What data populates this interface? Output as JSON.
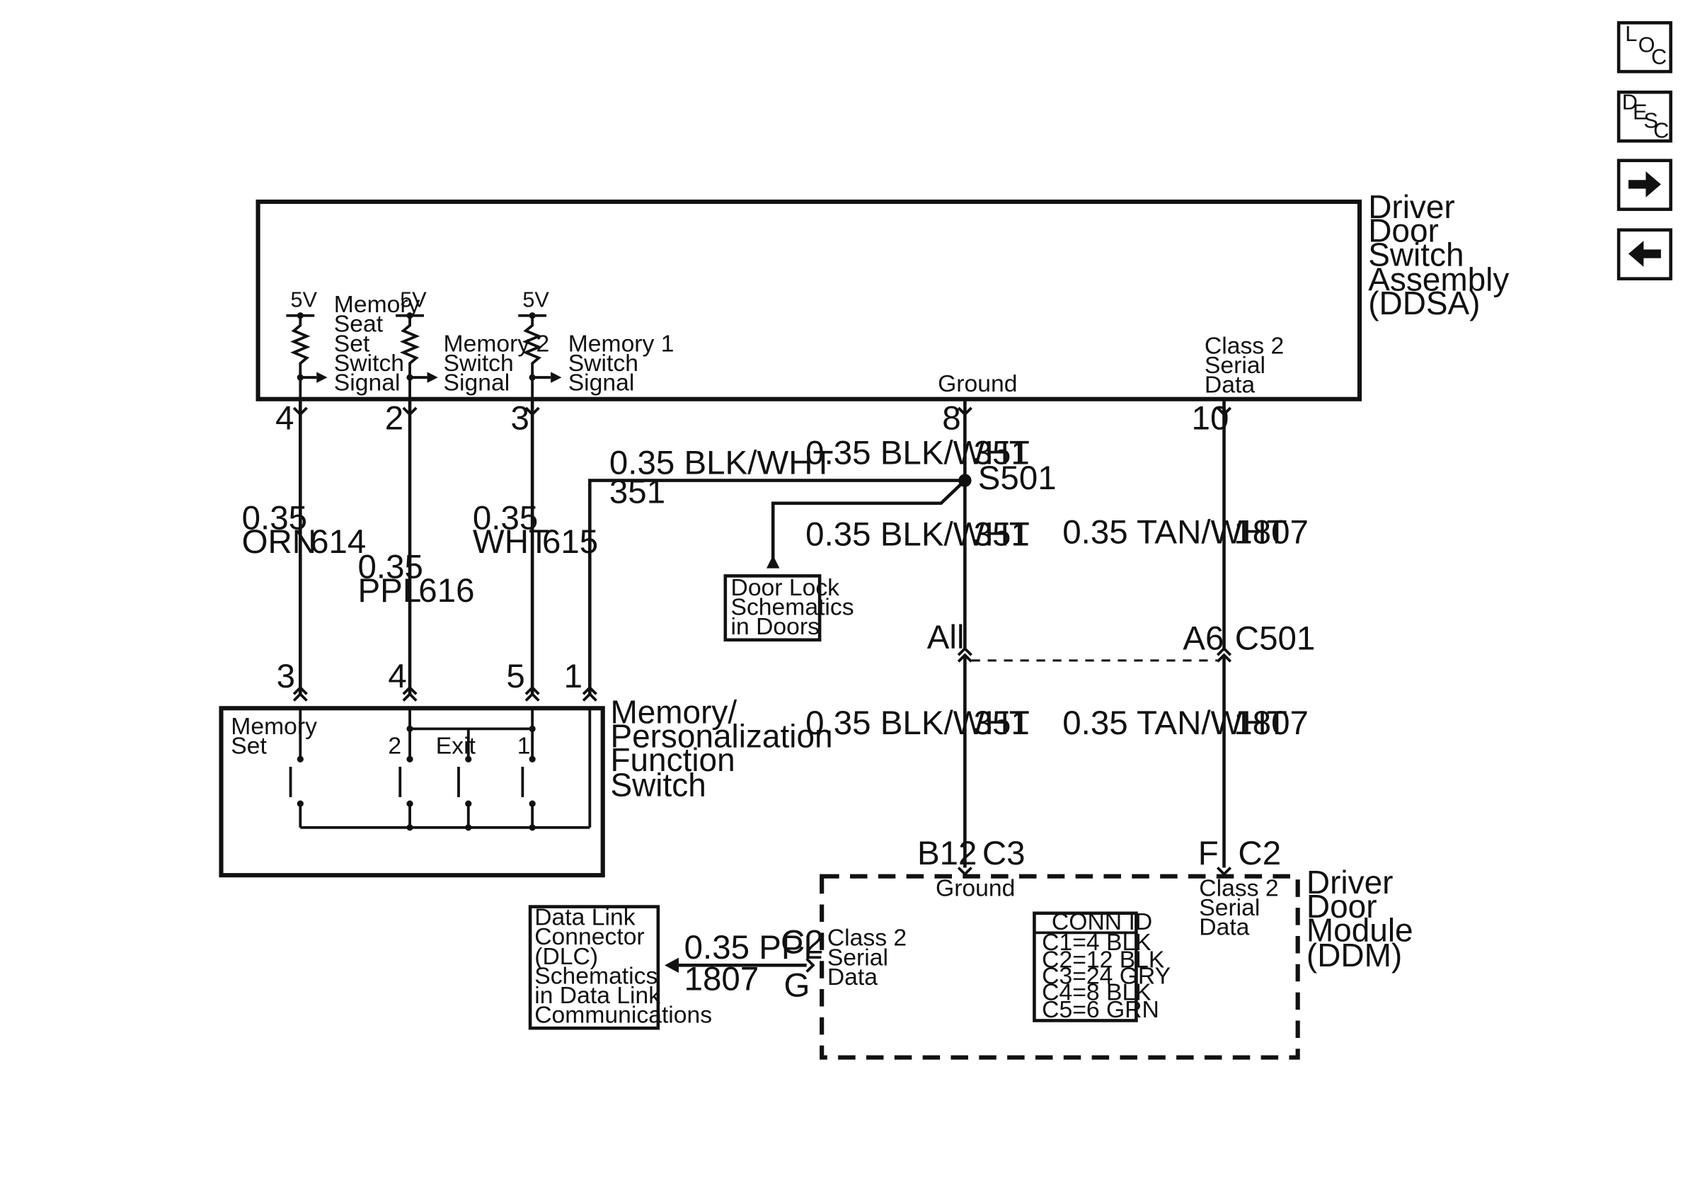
{
  "nav": {
    "loc": [
      "L",
      "O",
      "C"
    ],
    "desc": [
      "D",
      "E",
      "S",
      "C"
    ],
    "forward": "right-arrow-icon",
    "back": "left-arrow-icon"
  },
  "ddsa": {
    "title": [
      "Driver",
      "Door",
      "Switch",
      "Assembly",
      "(DDSA)"
    ],
    "v5": "5V",
    "memory_seat_signal": [
      "Memory",
      "Seat",
      "Set",
      "Switch",
      "Signal"
    ],
    "memory2_signal": [
      "Memory 2",
      "Switch",
      "Signal"
    ],
    "memory1_signal": [
      "Memory 1",
      "Switch",
      "Signal"
    ],
    "ground": "Ground",
    "class2": [
      "Class 2",
      "Serial",
      "Data"
    ],
    "pins": {
      "p1": "4",
      "p2": "2",
      "p3": "3",
      "p4": "8",
      "p5": "10"
    }
  },
  "wires": {
    "orn": {
      "gauge": "0.35",
      "color": "ORN",
      "circuit": "614"
    },
    "ppl": {
      "gauge": "0.35",
      "color": "PPL",
      "circuit": "616"
    },
    "wht": {
      "gauge": "0.35",
      "color": "WHT",
      "circuit": "615"
    },
    "blkwht_left": {
      "label": "0.35 BLK/WHT",
      "circuit": "351"
    },
    "blkwht_top": {
      "label": "0.35 BLK/WHT",
      "circuit": "351"
    },
    "splice": "S501",
    "blkwht_mid": {
      "label": "0.35 BLK/WHT",
      "circuit": "351"
    },
    "tanwht_mid": {
      "label": "0.35 TAN/WHT",
      "circuit": "1807"
    },
    "blkwht_low": {
      "label": "0.35 BLK/WHT",
      "circuit": "351"
    },
    "tanwht_low": {
      "label": "0.35 TAN/WHT",
      "circuit": "1807"
    },
    "ppl_dlc": {
      "label": "0.35 PPL",
      "circuit": "1807"
    }
  },
  "door_lock_ref": [
    "Door Lock",
    "Schematics",
    "in Doors"
  ],
  "c501": {
    "pin_left": "All",
    "pin_right": "A6",
    "name": "C501"
  },
  "mpfs": {
    "title": [
      "Memory/",
      "Personalization",
      "Function",
      "Switch"
    ],
    "pins": [
      "3",
      "4",
      "5",
      "1"
    ],
    "memory_set": [
      "Memory",
      "Set"
    ],
    "sw2": "2",
    "exit": "Exit",
    "sw1": "1"
  },
  "ddm": {
    "title": [
      "Driver",
      "Door",
      "Module",
      "(DDM)"
    ],
    "pin_b12": "B12",
    "conn_c3": "C3",
    "pin_f": "F",
    "conn_c2": "C2",
    "ground": "Ground",
    "class2_right": [
      "Class 2",
      "Serial",
      "Data"
    ],
    "class2_left": [
      "Class 2",
      "Serial",
      "Data"
    ],
    "conn_id_title": "CONN ID",
    "conn_id": [
      "C1=4 BLK",
      "C2=12 BLK",
      "C3=24 GRY",
      "C4=8 BLK",
      "C5=6 GRN"
    ],
    "dlc_conn": "C2",
    "dlc_pin": "G"
  },
  "dlc_ref": [
    "Data Link",
    "Connector",
    "(DLC)",
    "Schematics",
    "in Data Link",
    "Communications"
  ]
}
